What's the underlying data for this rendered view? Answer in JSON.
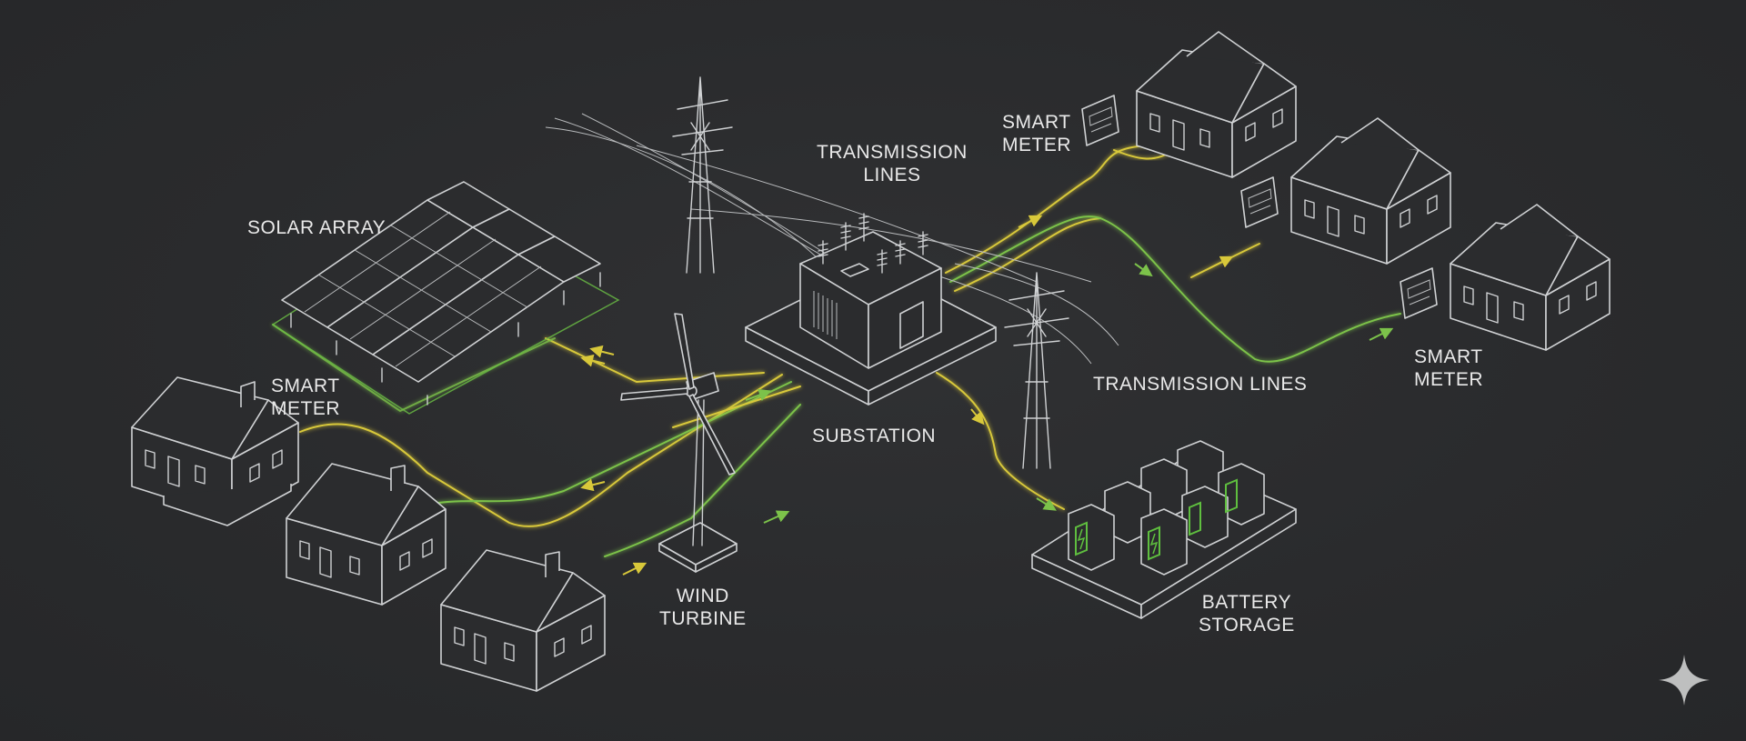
{
  "labels": {
    "solar_array": "SOLAR ARRAY",
    "transmission_lines_top": [
      "TRANSMISSION",
      "LINES"
    ],
    "smart_meter_top": [
      "SMART",
      "METER"
    ],
    "smart_meter_left": [
      "SMART",
      "METER"
    ],
    "smart_meter_right": [
      "SMART",
      "METER"
    ],
    "transmission_lines_mid": "TRANSMISSION LINES",
    "substation": "SUBSTATION",
    "wind_turbine": [
      "WIND",
      "TURBINE"
    ],
    "battery_storage": [
      "BATTERY",
      "STORAGE"
    ]
  },
  "icons": {
    "corner_logo": "sparkle-icon"
  },
  "colors": {
    "background": "#2a2b2d",
    "line_art": "#cfd1d3",
    "flow_yellow": "#d8c83a",
    "flow_green": "#7cc24a",
    "battery_glow": "#5fbf3f"
  }
}
